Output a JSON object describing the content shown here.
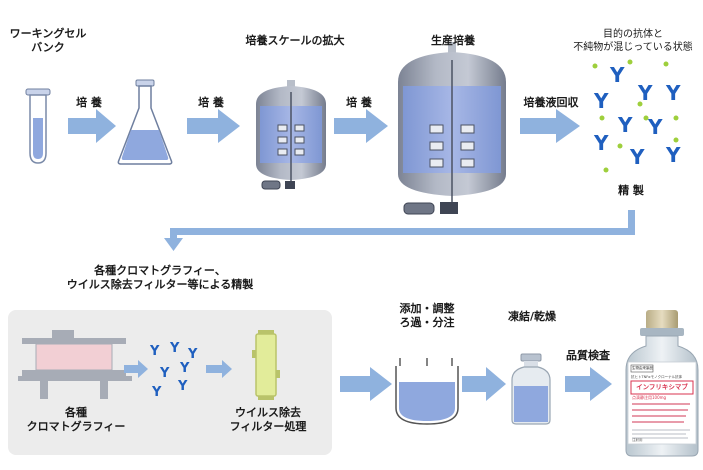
{
  "labels": {
    "working_cell_bank": [
      "ワーキングセル",
      "バンク"
    ],
    "culture_1": "培 養",
    "culture_2": "培 養",
    "culture_3": "培 養",
    "scale_up": "培養スケールの拡大",
    "production_culture": "生産培養",
    "harvest": "培養液回収",
    "mixed_state": [
      "目的の抗体と",
      "不純物が混じっている状態"
    ],
    "purification": "精 製",
    "purification_heading": [
      "各種クロマトグラフィー、",
      "ウイルス除去フィルター等による精製"
    ],
    "chromatography": [
      "各種",
      "クロマトグラフィー"
    ],
    "virus_filter": [
      "ウイルス除去",
      "フィルター処理"
    ],
    "addition_adjustment": [
      "添加・調整",
      "ろ過・分注"
    ],
    "freeze_dry": "凍結/乾燥",
    "quality_test": "品質検査"
  },
  "vial_label": {
    "header": "生物由来製品",
    "subtitle": "抗ヒトTNFαモノクローナル抗体",
    "brand": "インフリキシマブ",
    "line2": "点滴静注用100mg",
    "line3": "注射用"
  },
  "colors": {
    "arrow": "#8fb2de",
    "arrow_dark": "#6e97cf",
    "liquid": "#8fa8de",
    "vessel_fill": "#d4dcef",
    "vessel_dark": "#8c93a2",
    "antibody_blue": "#1f5fbf",
    "impurity_green": "#9ecf3c",
    "panel_bg": "#ececec"
  },
  "icons": {
    "antibody": "antibody-y-icon",
    "impurity": "impurity-dot-icon"
  }
}
